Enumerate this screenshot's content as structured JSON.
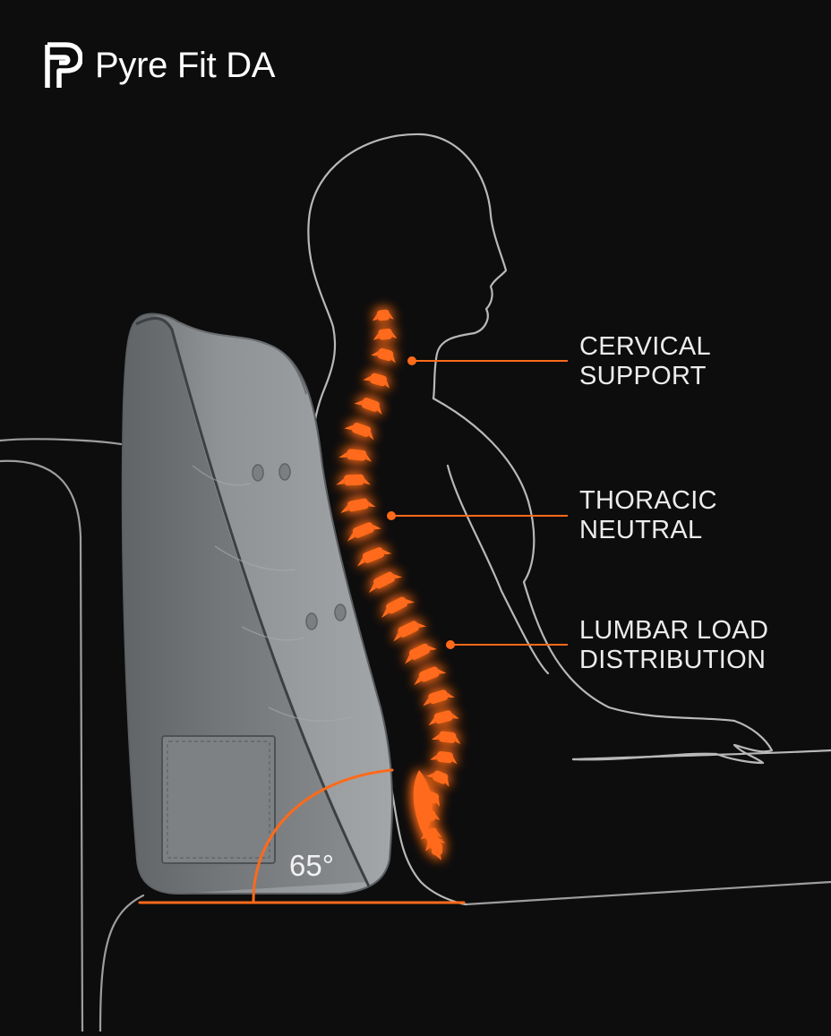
{
  "brand": {
    "name": "Pyre Fit DA",
    "logo_icon": "pf-monogram-icon"
  },
  "colors": {
    "background": "#0d0d0d",
    "outline": "#bdbdbd",
    "accent_orange": "#ff6a1a",
    "pillow_gray": "#8d9093",
    "text": "#ececec"
  },
  "callouts": [
    {
      "id": "cervical",
      "lines": [
        "CERVICAL",
        "SUPPORT"
      ]
    },
    {
      "id": "thoracic",
      "lines": [
        "THORACIC",
        "NEUTRAL"
      ]
    },
    {
      "id": "lumbar",
      "lines": [
        "LUMBAR LOAD",
        "DISTRIBUTION"
      ]
    }
  ],
  "angle": {
    "label": "65°",
    "degrees": 65
  }
}
